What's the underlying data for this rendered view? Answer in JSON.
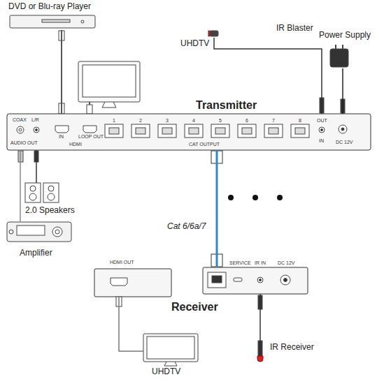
{
  "diagram": {
    "nodes": [
      {
        "text": [
          "DVD or Blu-ray Player"
        ]
      },
      {
        "text": [
          "IR Blaster"
        ]
      },
      {
        "text": [
          "Power Supply"
        ]
      },
      {
        "text": [
          "Transmitter"
        ]
      },
      {
        "text": [
          "2.0 Speakers"
        ]
      },
      {
        "text": [
          "Amplifier"
        ]
      },
      {
        "text": [
          "HDMI OUT"
        ]
      },
      {
        "text": [
          "Receiver"
        ]
      },
      {
        "text": [
          "UHDTV"
        ]
      },
      {
        "text": [
          "IR Receiver"
        ]
      }
    ],
    "edges": [
      {
        "from": 0,
        "to": 3,
        "arrow": "none"
      },
      {
        "from": 1,
        "to": 3,
        "arrow": "none"
      },
      {
        "from": 2,
        "to": 3,
        "arrow": "none"
      },
      {
        "from": 3,
        "to": 5,
        "arrow": "none"
      },
      {
        "from": 3,
        "to": 4,
        "arrow": "none"
      },
      {
        "from": 3,
        "to": 7,
        "label": "Cat 6/6a/7",
        "arrow": "none"
      },
      {
        "from": 6,
        "to": 8,
        "arrow": "none"
      },
      {
        "from": 9,
        "to": 7,
        "arrow": "none"
      }
    ],
    "labels": [
      "UHDTV",
      "COAX",
      "L/R",
      "AUDIO OUT",
      "IN",
      "LOOP OUT",
      "HDMI",
      "1",
      "2",
      "3",
      "4",
      "5",
      "6",
      "7",
      "8",
      "CAT OUTPUT",
      "OUT",
      "IN",
      "DC 12V",
      "SERVICE",
      "IR IN",
      "DC 12V"
    ]
  }
}
